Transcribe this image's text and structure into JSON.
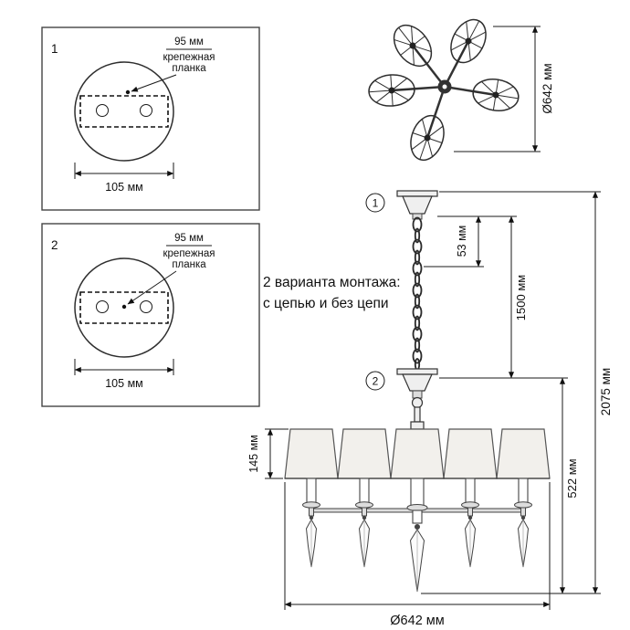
{
  "detail_boxes": [
    {
      "label": "1",
      "plate_dim": "95 мм",
      "plate_label_line1": "крепежная",
      "plate_label_line2": "планка",
      "width_dim": "105 мм"
    },
    {
      "label": "2",
      "plate_dim": "95 мм",
      "plate_label_line1": "крепежная",
      "plate_label_line2": "планка",
      "width_dim": "105 мм"
    }
  ],
  "top_view": {
    "diameter_dim": "Ø642 мм"
  },
  "note": {
    "line1": "2 варианта монтажа:",
    "line2": "с цепью и без цепи"
  },
  "side_view": {
    "marker_1": "1",
    "marker_2": "2",
    "canopy_chain_dim": "53 мм",
    "chain_length_dim": "1500 мм",
    "total_height_dim": "2075 мм",
    "shade_height_dim": "145 мм",
    "body_height_dim": "522 мм",
    "diameter_dim": "Ø642 мм"
  }
}
